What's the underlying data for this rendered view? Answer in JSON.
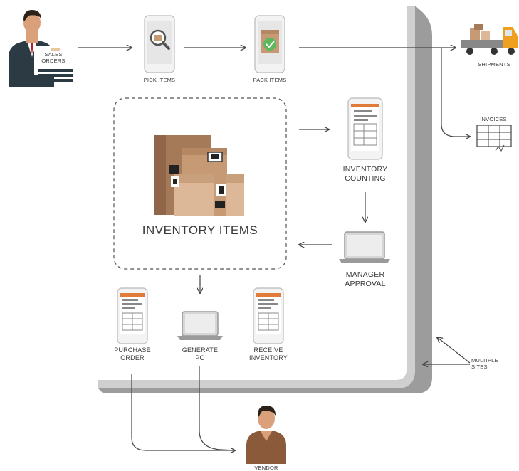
{
  "nodes": {
    "sales_orders": [
      "SALES",
      "ORDERS"
    ],
    "pick_items": [
      "PICK ITEMS"
    ],
    "pack_items": [
      "PACK ITEMS"
    ],
    "shipments": [
      "SHIPMENTS"
    ],
    "invoices": [
      "INVOICES"
    ],
    "inventory_items": [
      "INVENTORY ITEMS"
    ],
    "inventory_counting": [
      "INVENTORY",
      "COUNTING"
    ],
    "manager_approval": [
      "MANAGER",
      "APPROVAL"
    ],
    "purchase_order": [
      "PURCHASE",
      "ORDER"
    ],
    "generate_po": [
      "GENERATE",
      "PO"
    ],
    "receive_inventory": [
      "RECEIVE",
      "INVENTORY"
    ],
    "multiple_sites": [
      "MULTIPLE",
      "SITES"
    ],
    "vendor": [
      "VENDOR"
    ]
  },
  "colors": {
    "arrow": "#444444",
    "panel_shadow": "#9c9c9c",
    "panel_edge": "#cfcfcf",
    "phone_body": "#f3f3f3",
    "phone_border": "#b9b9b9",
    "screen_header": "#e07b39",
    "box_dark": "#a47a58",
    "box_mid": "#c69a74",
    "box_light": "#dcb898",
    "check_green": "#5cb85c",
    "suit_dark": "#2c3a44",
    "skin": "#d9a07a",
    "hair": "#2b2118",
    "vendor_shirt": "#8b5a3a",
    "truck_orange": "#f0a020"
  },
  "icons": {
    "sales_person": "businessman-icon",
    "pick": "magnifier-phone-icon",
    "pack": "package-check-phone-icon",
    "truck": "delivery-truck-icon",
    "invoice": "invoice-grid-icon",
    "boxes": "stacked-boxes-icon",
    "counting": "list-phone-icon",
    "laptop": "laptop-icon",
    "vendor": "vendor-person-icon"
  }
}
